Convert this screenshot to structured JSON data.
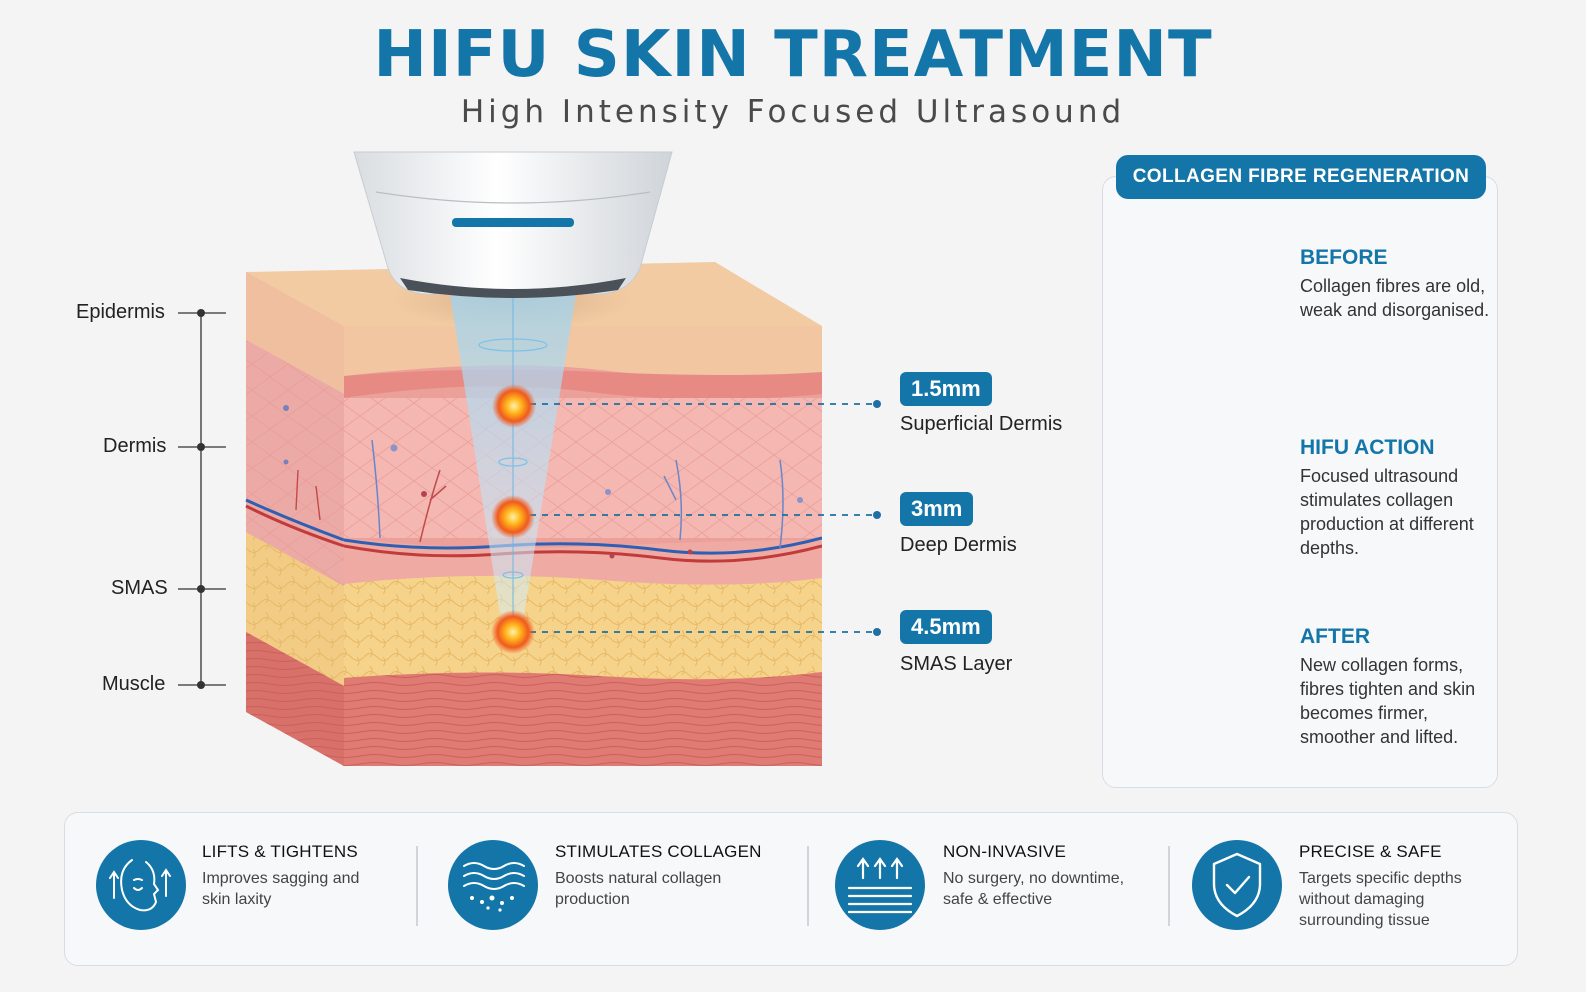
{
  "header": {
    "title": "HIFU SKIN TREATMENT",
    "subtitle": "High Intensity Focused Ultrasound"
  },
  "layers": [
    {
      "label": "Epidermis"
    },
    {
      "label": "Dermis"
    },
    {
      "label": "SMAS"
    },
    {
      "label": "Muscle"
    }
  ],
  "depths": [
    {
      "depth": "1.5mm",
      "name": "Superficial Dermis"
    },
    {
      "depth": "3mm",
      "name": "Deep Dermis"
    },
    {
      "depth": "4.5mm",
      "name": "SMAS Layer"
    }
  ],
  "panel": {
    "heading": "COLLAGEN FIBRE REGENERATION",
    "stages": [
      {
        "title": "BEFORE",
        "text": "Collagen fibres are old, weak and disorganised."
      },
      {
        "title": "HIFU ACTION",
        "text": "Focused ultrasound stimulates collagen production at different depths."
      },
      {
        "title": "AFTER",
        "text": "New collagen forms, fibres tighten and skin becomes firmer, smoother and lifted."
      }
    ]
  },
  "features": [
    {
      "title": "LIFTS & TIGHTENS",
      "text": "Improves sagging and skin laxity",
      "icon": "face-lift-icon"
    },
    {
      "title": "STIMULATES COLLAGEN",
      "text": "Boosts natural collagen production",
      "icon": "collagen-waves-icon"
    },
    {
      "title": "NON-INVASIVE",
      "text": "No surgery, no downtime, safe & effective",
      "icon": "arrows-up-icon"
    },
    {
      "title": "PRECISE & SAFE",
      "text": "Targets specific depths without damaging surrounding tissue",
      "icon": "shield-check-icon"
    }
  ],
  "colors": {
    "accent": "#1476a8",
    "epidermis": "#f2c7a1",
    "dermis": "#f2aaa4",
    "fat": "#f6d38a",
    "muscle": "#e07b74",
    "focus": "#f05a1e"
  }
}
